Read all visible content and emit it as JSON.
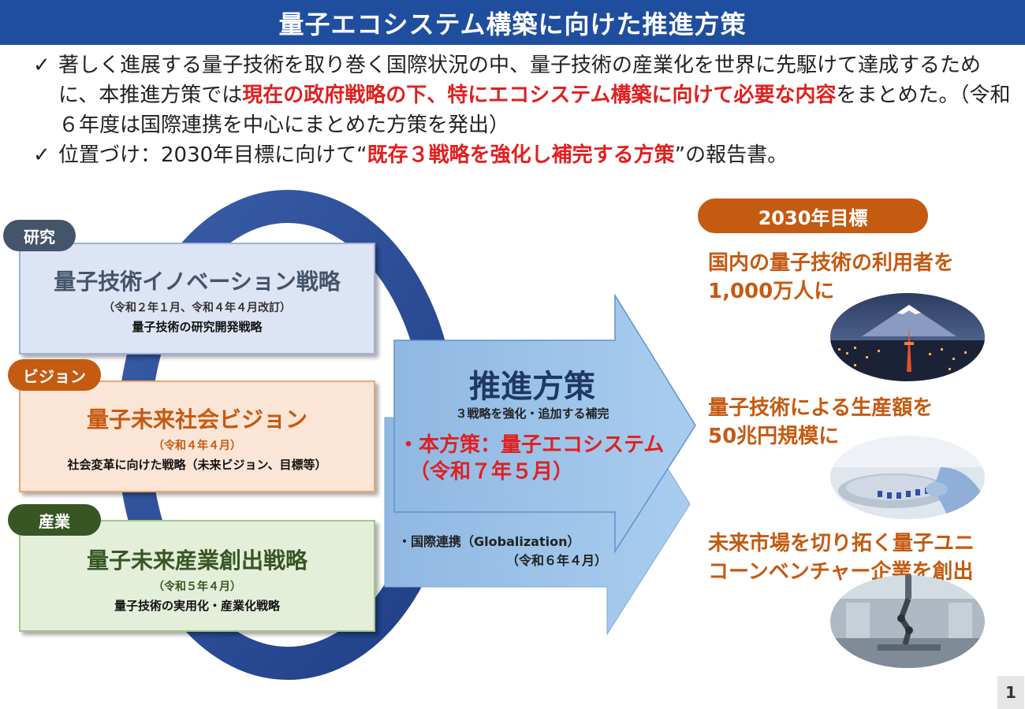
{
  "title": "量子エコシステム構築に向けた推進方策",
  "bullets": {
    "check": "✓",
    "b1_part1": "著しく進展する量子技術を取り巻く国際状況の中、量子技術の産業化を世界に先駆けて達成するために、本推進方策では",
    "b1_red": "現在の政府戦略の下、特にエコシステム構築に向けて必要な内容",
    "b1_part2": "をまとめた。（令和６年度は国際連携を中心にまとめた方策を発出）",
    "b2_part1": "位置づけ：2030年目標に向けて“",
    "b2_red": "既存３戦略を強化し補完する方策",
    "b2_part2": "”の報告書。"
  },
  "strategies": {
    "research": {
      "tag": "研究",
      "name": "量子技術イノベーション戦略",
      "date": "（令和２年１月、令和４年４月改訂）",
      "desc": "量子技術の研究開発戦略"
    },
    "vision": {
      "tag": "ビジョン",
      "name": "量子未来社会ビジョン",
      "date": "（令和４年４月）",
      "desc": "社会変革に向けた戦略（未来ビジョン、目標等）"
    },
    "industry": {
      "tag": "産業",
      "name": "量子未来産業創出戦略",
      "date": "（令和５年４月）",
      "desc": "量子技術の実用化・産業化戦略"
    }
  },
  "policy": {
    "title": "推進方策",
    "subtitle": "３戦略を強化・追加する補完",
    "main_line1": "・本方策：量子エコシステム",
    "main_line2": "（令和７年５月）",
    "intl_line1": "・国際連携（Globalization）",
    "intl_line2": "（令和６年４月）"
  },
  "goals": {
    "header": "2030年目標",
    "goal1_line1": "国内の量子技術の利用者を",
    "goal1_line2": "1,000万人に",
    "goal2_line1": "量子技術による生産額を",
    "goal2_line2": "50兆円規模に",
    "goal3_line1": "未来市場を切り拓く量子ユニ",
    "goal3_line2": "コーンベンチャー企業を創出"
  },
  "page_number": "1",
  "colors": {
    "title_bg": "#1f4e9e",
    "red_emphasis": "#e02020",
    "research": "#44546a",
    "vision": "#c55a11",
    "industry": "#375623",
    "arrow": "#9dc3e6",
    "policy_title": "#1f3864"
  }
}
